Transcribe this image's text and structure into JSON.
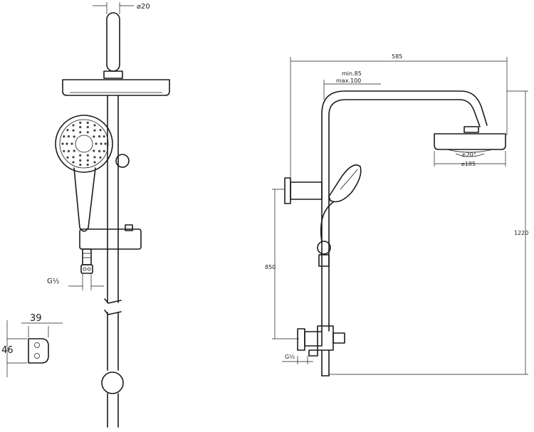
{
  "front_view": {
    "pipe_diameter": "⌀20",
    "inlet_thread": "G½"
  },
  "bracket_detail": {
    "width": "39",
    "height": "46"
  },
  "side_view": {
    "total_width": "585",
    "arm_min": "min.85",
    "arm_max": "max.100",
    "tilt_angle": "±20°",
    "head_diameter": "⌀185",
    "total_height": "1220",
    "mount_spacing": "850",
    "inlet_thread": "G½"
  }
}
